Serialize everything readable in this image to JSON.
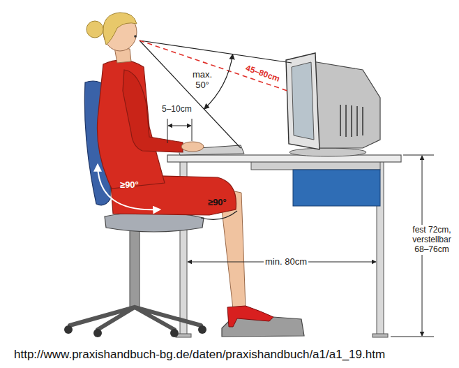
{
  "diagram": {
    "labels": [
      "max. 50°",
      "45–80cm",
      "5–10cm",
      "≥90°",
      "≥90°",
      "min. 80cm",
      "fest 72cm, verstellbar 68–76cm",
      "http://www.praxishandbuch-bg.de/daten/praxishandbuch/a1/a1_19.htm"
    ]
  }
}
